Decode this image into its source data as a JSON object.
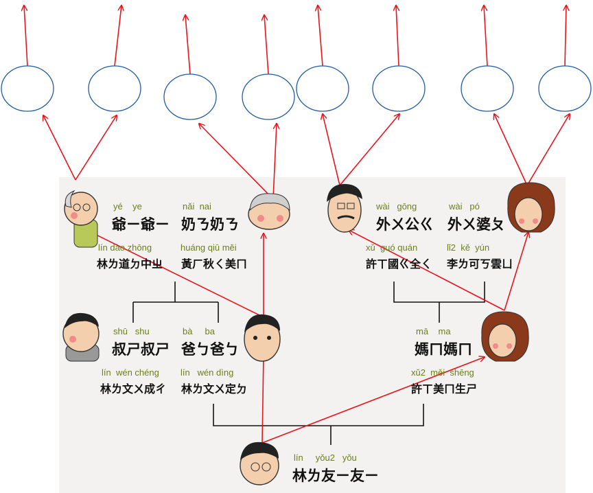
{
  "colors": {
    "arrow": "#e8141c",
    "oval": "#1f5aa6",
    "tree": "#111111",
    "pinyin": "#6a7f1c",
    "panel": "#f3f2f1"
  },
  "people": {
    "yeye": {
      "pinyin": "yé    ye",
      "title": "爺ㄧ爺ㄧ",
      "name_pinyin": "lín dào zhōng",
      "name": "林ㄌ道ㄉ中ㄓ"
    },
    "nainai": {
      "pinyin": "nǎi  nai",
      "title": "奶ㄋ奶ㄋ",
      "name_pinyin": "huáng qiū měi",
      "name": "黃ㄏ秋ㄑ美ㄇ"
    },
    "waigong": {
      "pinyin": "wài   gōng",
      "title": "外ㄨ公ㄍ",
      "name_pinyin": "xǔ  guó quán",
      "name": "許ㄒ國ㄍ全ㄑ"
    },
    "waipo": {
      "pinyin": "wài   pó",
      "title": "外ㄨ婆ㄆ",
      "name_pinyin": "lǐ2  kě  yún",
      "name": "李ㄌ可ㄎ雲ㄩ"
    },
    "shushu": {
      "pinyin": "shū   shu",
      "title": "叔ㄕ叔ㄕ",
      "name_pinyin": "lín  wén chéng",
      "name": "林ㄌ文ㄨ成ㄔ"
    },
    "baba": {
      "pinyin": "bà     ba",
      "title": "爸ㄅ爸ㄅ",
      "name_pinyin": "lín   wén dìng",
      "name": "林ㄌ文ㄨ定ㄉ"
    },
    "mama": {
      "pinyin": "mā    ma",
      "title": "媽ㄇ媽ㄇ",
      "name_pinyin": "xǔ2  měi  shēng",
      "name": "許ㄒ美ㄇ生ㄕ"
    },
    "youyou": {
      "pinyin": "lín     yǒu2   yǒu",
      "title": "林ㄌ友ㄧ友ㄧ"
    }
  },
  "blank_ovals": 8
}
